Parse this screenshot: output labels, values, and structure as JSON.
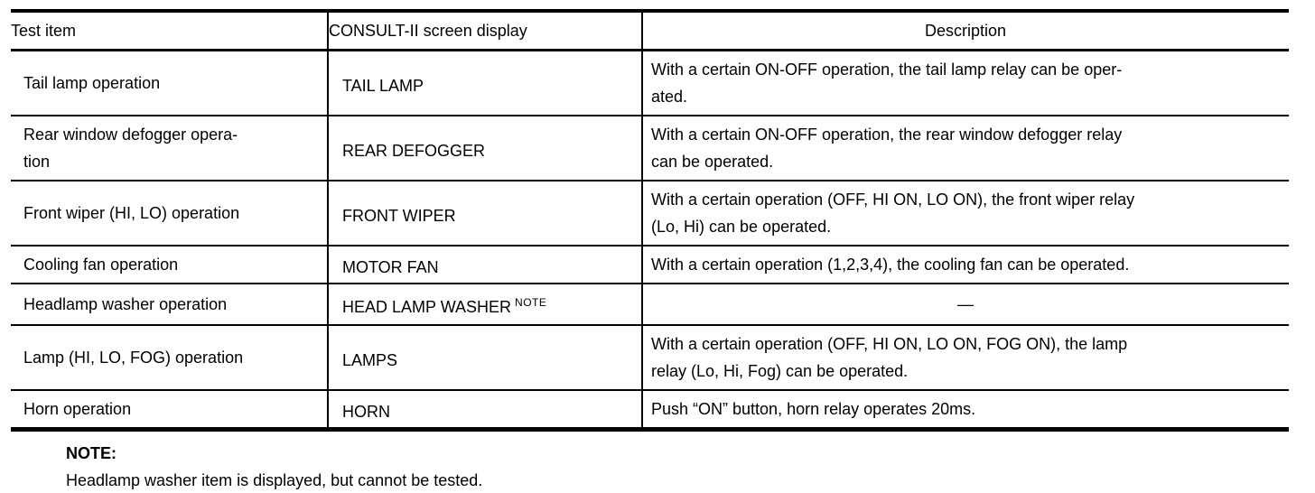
{
  "colors": {
    "ink": "#000000",
    "background": "#ffffff"
  },
  "table": {
    "headers": [
      "Test item",
      "CONSULT-II screen display",
      "Description"
    ],
    "rows": [
      {
        "test_item": "Tail lamp operation",
        "display": "TAIL LAMP",
        "description": [
          "With a certain ON-OFF operation, the tail lamp relay can be oper-",
          "ated."
        ]
      },
      {
        "test_item": [
          "Rear window defogger opera-",
          "tion"
        ],
        "display": "REAR DEFOGGER",
        "description": [
          "With a certain ON-OFF operation, the rear window defogger relay",
          "can be operated."
        ]
      },
      {
        "test_item": "Front wiper (HI, LO) operation",
        "display": "FRONT WIPER",
        "description": [
          "With a certain operation (OFF, HI ON, LO ON), the front wiper relay",
          "(Lo, Hi) can be operated."
        ]
      },
      {
        "test_item": "Cooling fan operation",
        "display": "MOTOR FAN",
        "description": [
          "With a certain operation (1,2,3,4), the cooling fan can be operated."
        ]
      },
      {
        "test_item": "Headlamp washer operation",
        "display": "HEAD LAMP WASHER",
        "display_sup": "NOTE",
        "description": [
          "—"
        ]
      },
      {
        "test_item": "Lamp (HI, LO, FOG) operation",
        "display": "LAMPS",
        "description": [
          "With a certain operation (OFF, HI ON, LO ON, FOG ON), the lamp",
          "relay (Lo, Hi, Fog) can be operated."
        ]
      },
      {
        "test_item": "Horn operation",
        "display": "HORN",
        "description": [
          "Push “ON” button, horn relay operates 20ms."
        ]
      }
    ]
  },
  "footer": {
    "note_label": "NOTE:",
    "note_text": "Headlamp washer item is displayed, but cannot be tested."
  }
}
